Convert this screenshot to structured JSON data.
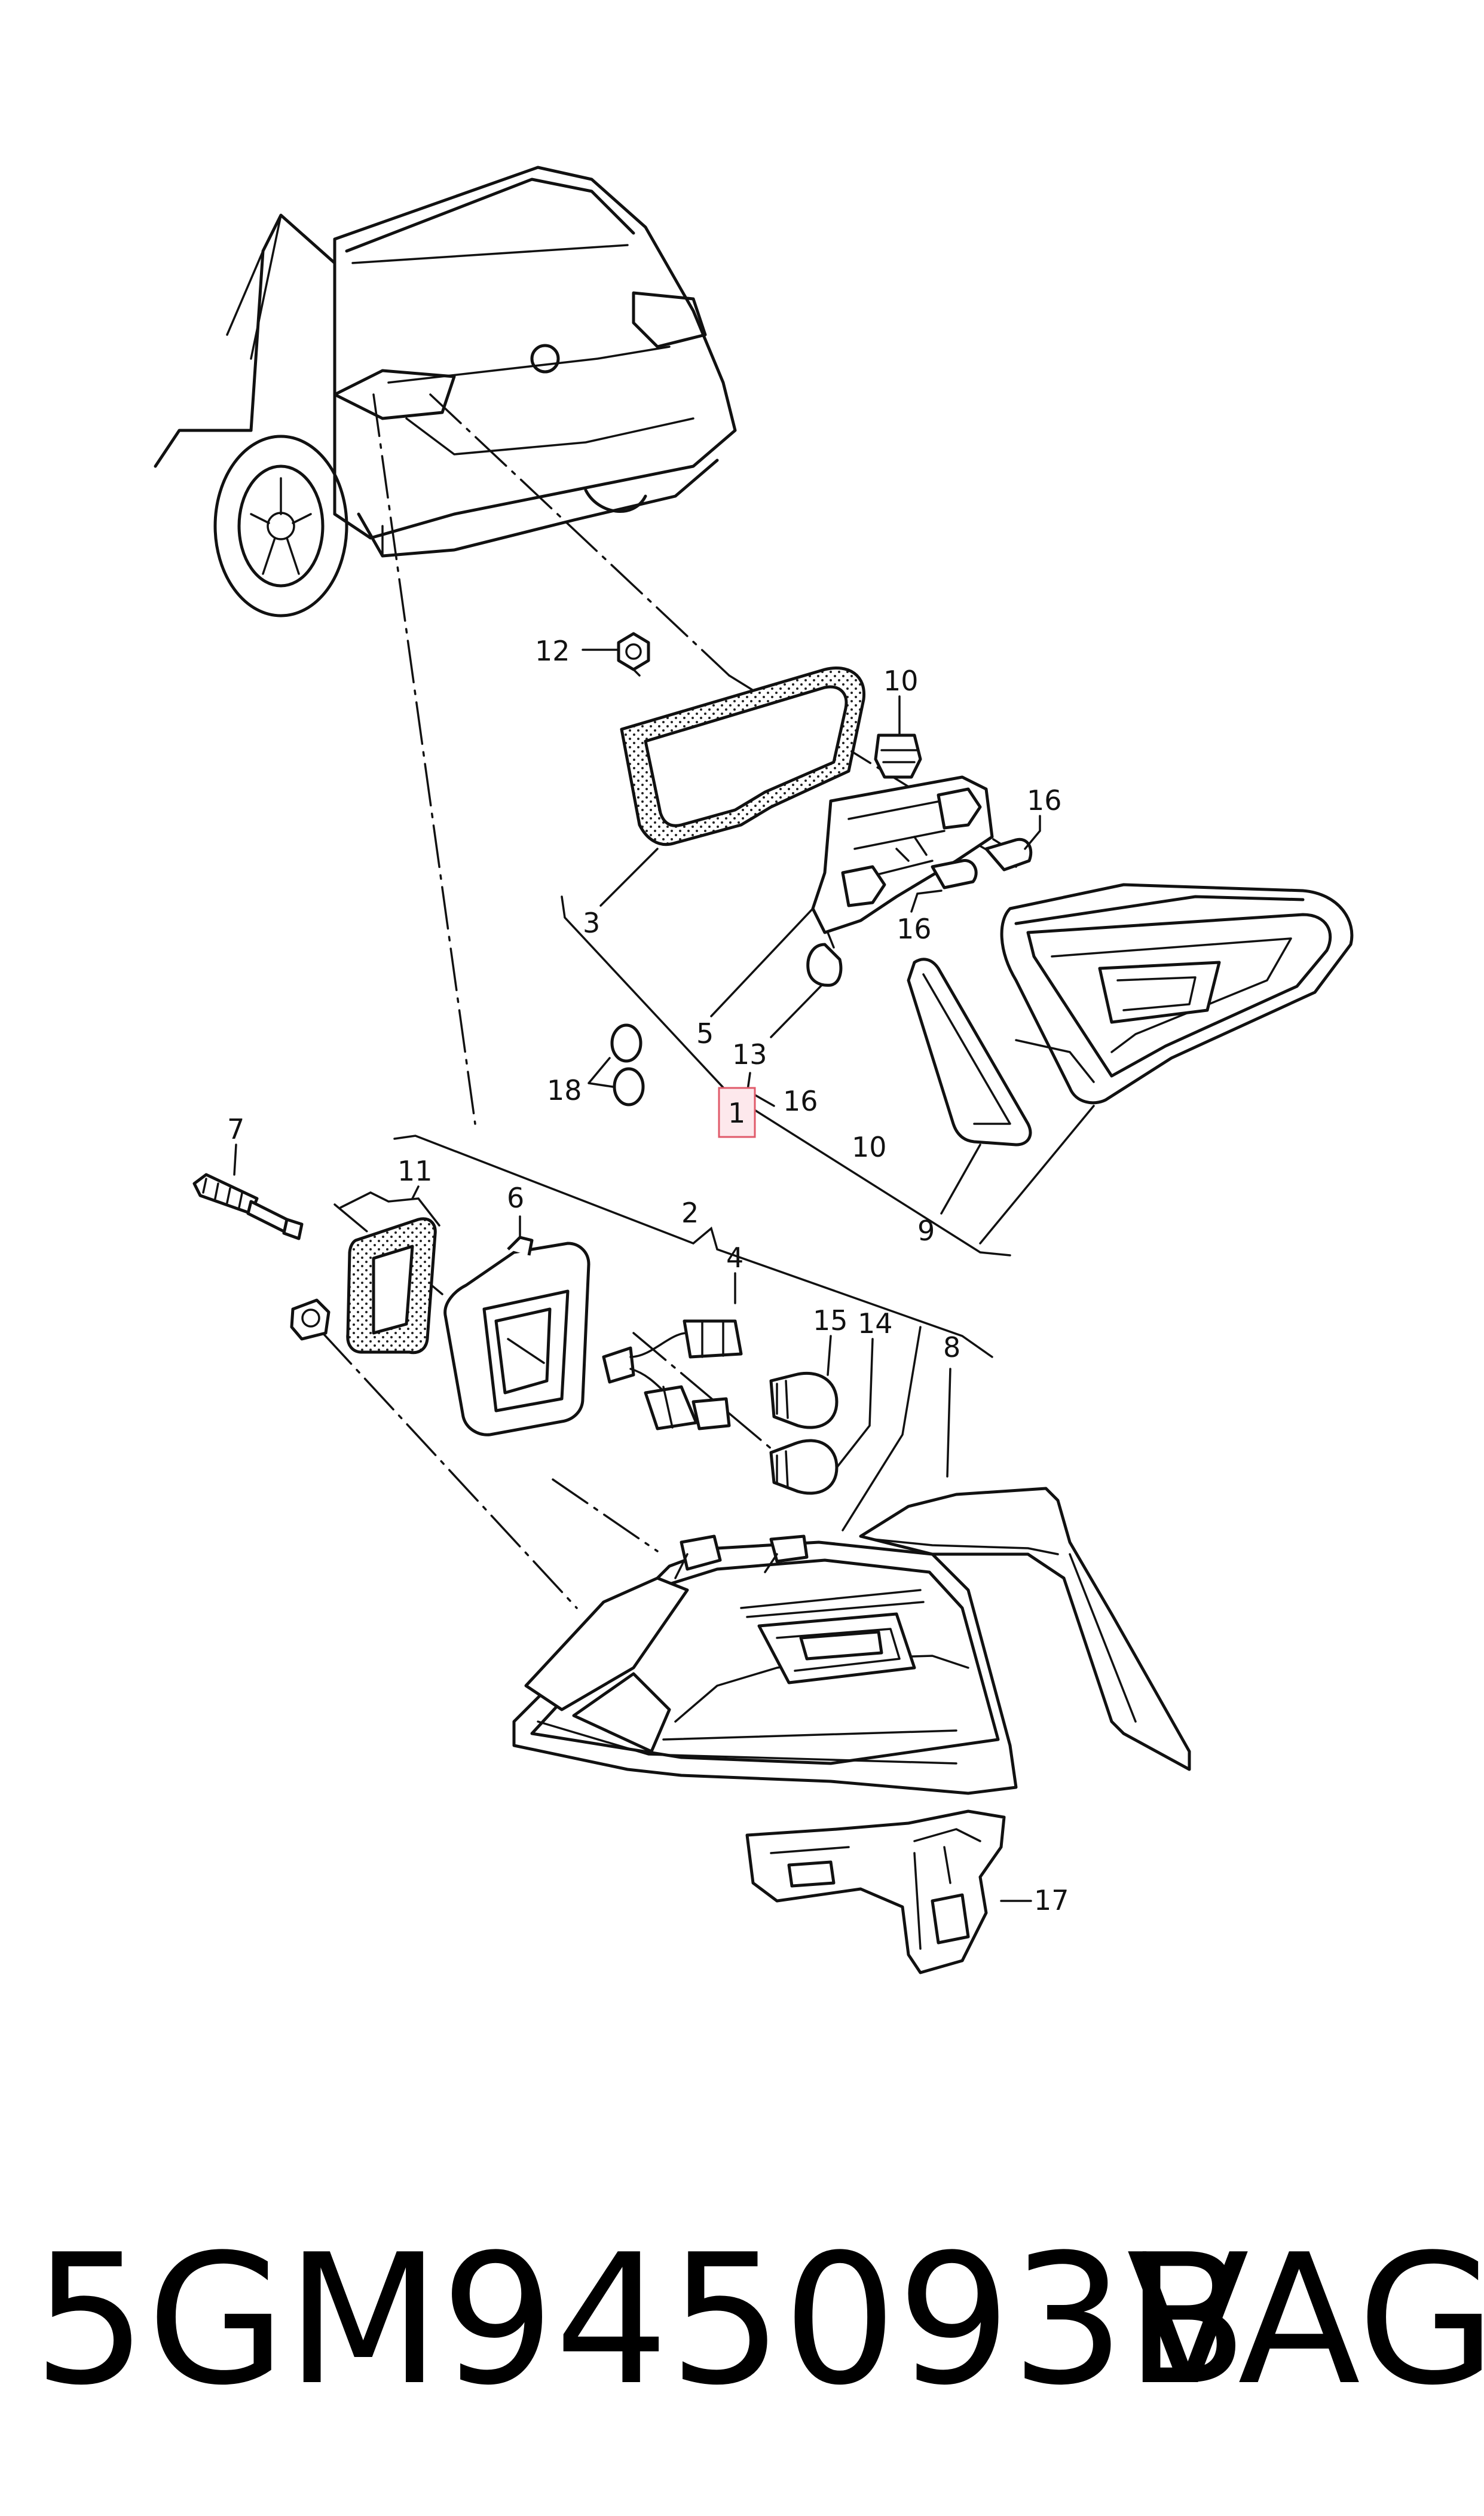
{
  "callouts": {
    "c1": "1",
    "c2": "2",
    "c3": "3",
    "c4": "4",
    "c5": "5",
    "c6": "6",
    "c7": "7",
    "c8": "8",
    "c9": "9",
    "c10a": "10",
    "c10b": "10",
    "c11": "11",
    "c12": "12",
    "c13": "13",
    "c14": "14",
    "c15": "15",
    "c16a": "16",
    "c16b": "16",
    "c16c": "16",
    "c17": "17",
    "c18": "18"
  },
  "footer": {
    "part_number": "5GM945093B",
    "brand": "VAG"
  },
  "colors": {
    "line": "#111111",
    "highlight": "#e05a6a",
    "highlight_fill": "#fde8ec"
  }
}
